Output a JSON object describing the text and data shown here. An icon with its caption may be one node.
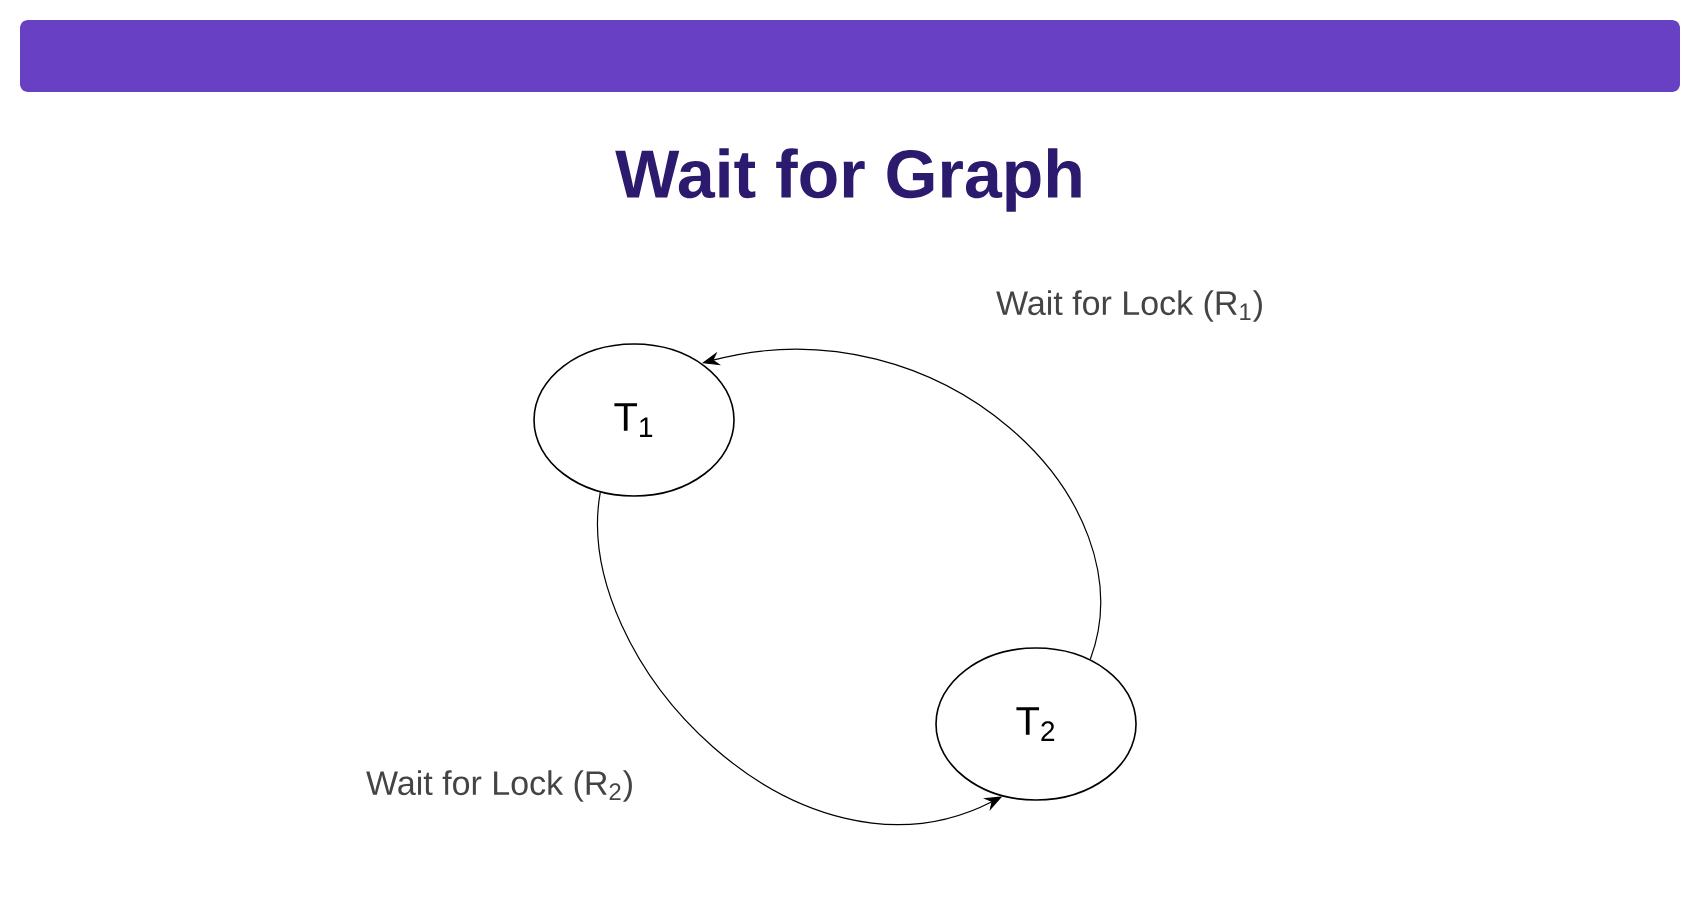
{
  "diagram": {
    "title": "Wait for Graph",
    "nodes": [
      {
        "text": [
          "T$_{1}$"
        ]
      },
      {
        "text": [
          "T$_{2}$"
        ]
      }
    ],
    "edges": [
      {
        "from": 1,
        "to": 0,
        "arrow": "to",
        "label": "Wait for Lock (R$_{1}$)"
      },
      {
        "from": 0,
        "to": 1,
        "arrow": "to",
        "label": "Wait for Lock (R$_{2}$)"
      }
    ]
  }
}
